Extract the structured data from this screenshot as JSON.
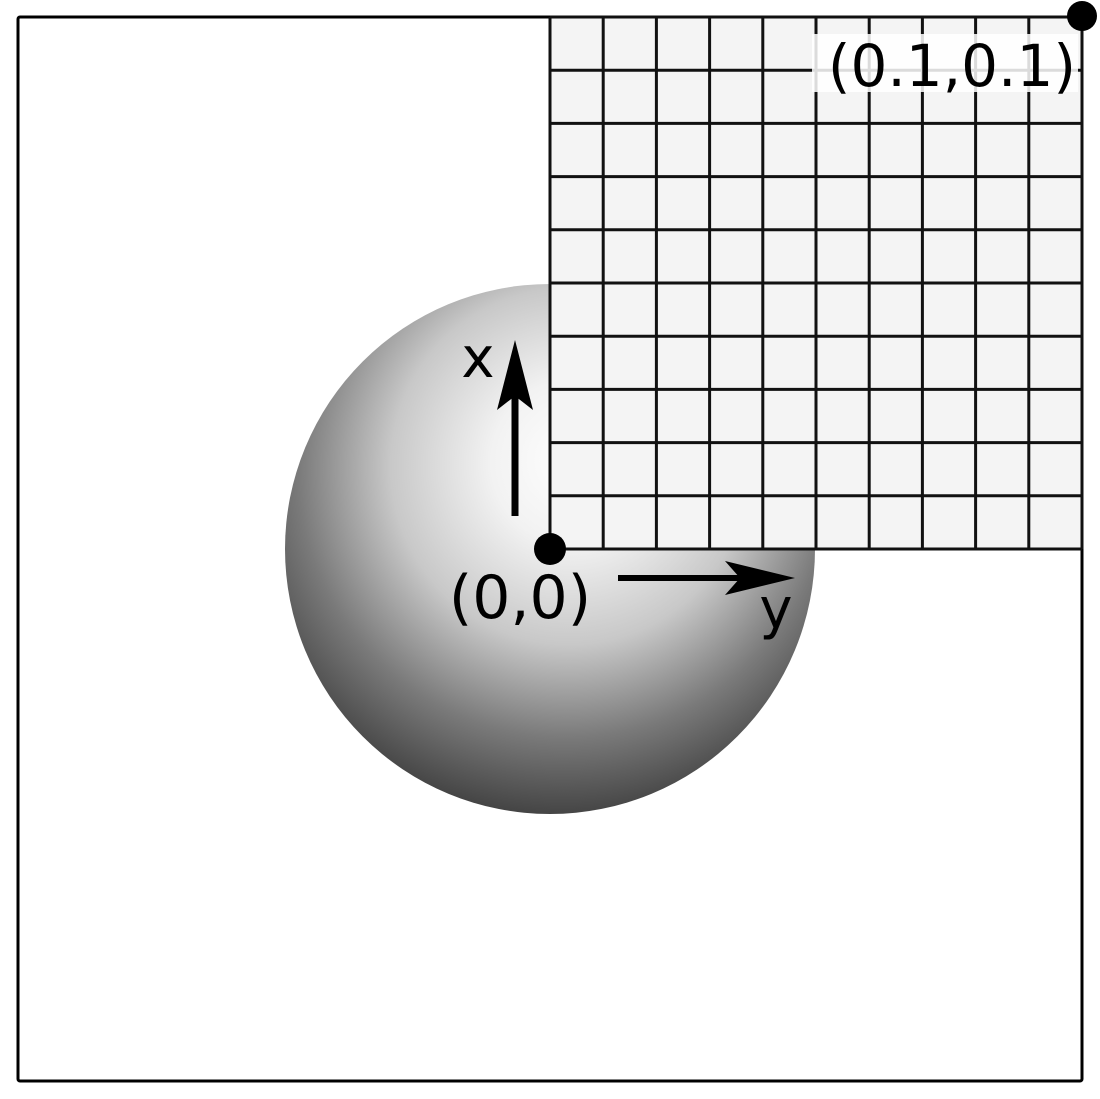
{
  "labels": {
    "origin": "(0,0)",
    "corner": "(0.1,0.1)",
    "x_axis": "x",
    "y_axis": "y"
  },
  "grid": {
    "rows": 10,
    "cols": 10
  },
  "colors": {
    "frame": "#000000",
    "grid_fill": "#f4f4f4",
    "grid_line": "#111111",
    "sphere_highlight": "#ffffff",
    "sphere_shadow": "#3a3a3a"
  }
}
